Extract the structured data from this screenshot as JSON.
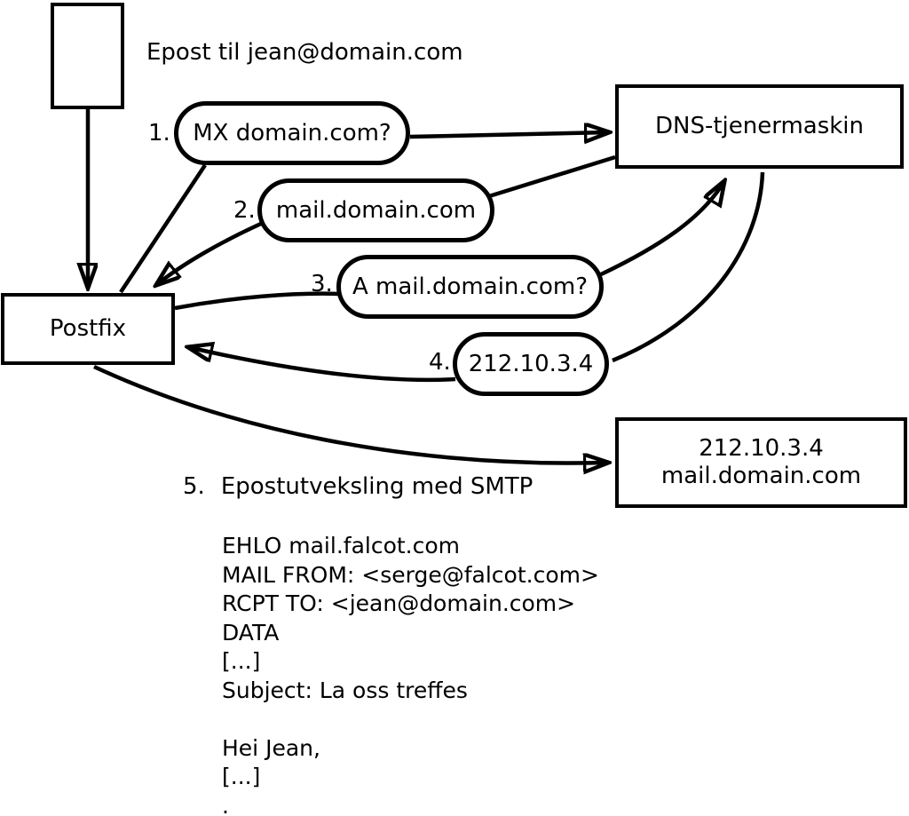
{
  "diagram": {
    "email_label": "Epost til jean@domain.com",
    "nodes": {
      "postfix": "Postfix",
      "dns_server": "DNS-tjenermaskin",
      "mail_server_line1": "212.10.3.4",
      "mail_server_line2": "mail.domain.com"
    },
    "steps": [
      {
        "num": "1.",
        "label": "MX domain.com?"
      },
      {
        "num": "2.",
        "label": "mail.domain.com"
      },
      {
        "num": "3.",
        "label": "A mail.domain.com?"
      },
      {
        "num": "4.",
        "label": "212.10.3.4"
      },
      {
        "num": "5.",
        "label": "Epostutveksling med SMTP"
      }
    ],
    "smtp_session": [
      "EHLO mail.falcot.com",
      "MAIL FROM: <serge@falcot.com>",
      "RCPT TO: <jean@domain.com>",
      "DATA",
      "[...]",
      "Subject: La oss treffes",
      "",
      "Hei Jean,",
      "[...]",
      "."
    ],
    "colors": {
      "stroke": "#000000",
      "background": "#ffffff"
    }
  }
}
